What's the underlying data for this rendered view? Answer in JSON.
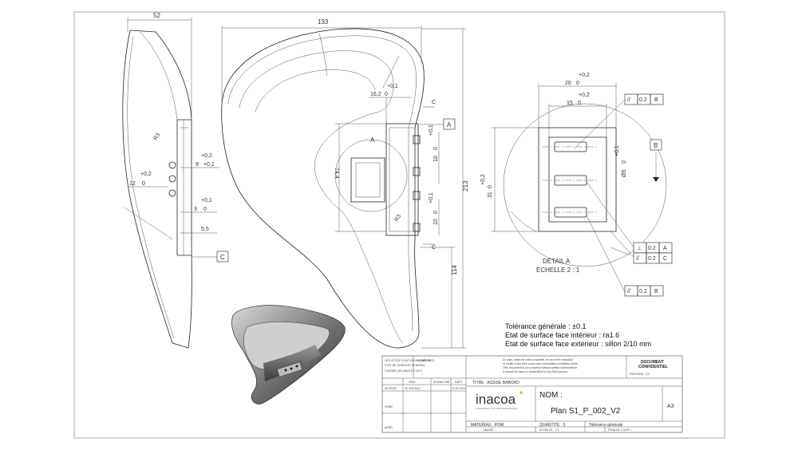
{
  "dims": {
    "d52": "52",
    "d133": "133",
    "d213": "213",
    "d114": "114",
    "d16": "16,2",
    "d16b": "0",
    "d16t": "+0,1",
    "d12": "12",
    "d12b": "0",
    "d12t": "+0,2",
    "d9": "9",
    "d9b": "+0,1",
    "d9t": "+0,2",
    "d3": "3",
    "d3b": "0",
    "d3t": "+0,1",
    "d55": "5,5",
    "r3": "R3",
    "r3b": "R3",
    "d744": "74,4",
    "d10a": "10",
    "d10ab": "0",
    "d10at": "+0,1",
    "d10b": "10",
    "d10bb": "0",
    "d10bt": "+0,1",
    "d20": "20",
    "d20b": "0",
    "d20t": "+0,2",
    "d15": "15",
    "d15b": "0",
    "d15t": "+0,2",
    "d31": "31",
    "d31b": "0",
    "d31t": "+0,2",
    "d5": "Ø5",
    "d5b": "0",
    "d5t": "+0,1"
  },
  "labels": {
    "secA": "A",
    "datumA": "A",
    "datumB": "B",
    "datumC1": "C",
    "datumC2": "C",
    "datumC3": "C",
    "datumC4": "C",
    "detail_title": "DÉTAIL A",
    "detail_scale": "ECHELLE 2 : 1"
  },
  "gdt": [
    {
      "sym": "//",
      "val": "0.2",
      "ref": "B"
    },
    {
      "sym": "⊥",
      "val": "0.2",
      "ref": "A"
    },
    {
      "sym": "//",
      "val": "0.2",
      "ref": "C"
    },
    {
      "sym": "//",
      "val": "0.2",
      "ref": "B"
    }
  ],
  "notes": [
    "Tolérance générale : ±0.1",
    "Etat de surface face intérieur : ra1.6",
    "Etat de surface face extérieur : sillon 2/10 mm"
  ],
  "titleblock": {
    "left_notes": [
      "LES COTES SONT EN MILLIMETRES",
      "ETAT DE SURFACE GENERAL",
      "CASSER LES ANGLES VIFS"
    ],
    "finition": "FINITION",
    "col_nom": "NOM",
    "col_signature": "SIGNATURE",
    "col_date": "DATE",
    "row_auteur": "AUTEUR",
    "author": "B. MATRAY",
    "date": "11.04.2012",
    "row_verif": "VERIF.",
    "row_appr": "APPR.",
    "confidential_fr": "Ce plan, étant de notre propriété, ne peut être reproduit",
    "confidential_fr2": "ni confié à des tiers sans notre autorisation préalable écrite.",
    "confidential_en": "This document is our property without written authorization",
    "confidential_en2": "it cannot be used or transmitted to any third person.",
    "doc_type": "DOCUMENT",
    "doc_type2": "CONFIDENTIEL",
    "revision": "REVISION : V2",
    "titre": "TITRE : ASSISE BABORD",
    "brand": "inacoa",
    "brand_tag": "FOLLOWING A 3S PROCESS DESIGN",
    "nom_label": "NOM :",
    "nom_value": "Plan S1_P_002_V2",
    "format": "A3",
    "materiau": "MATERIAU : POM",
    "masse": "MASSE :",
    "quantite": "QUANTITE : 3",
    "echelle": "ECHELLE : 1:1",
    "tolerance": "Tolérance générale",
    "feuille": "FEUILLE 1 SUR 1"
  }
}
